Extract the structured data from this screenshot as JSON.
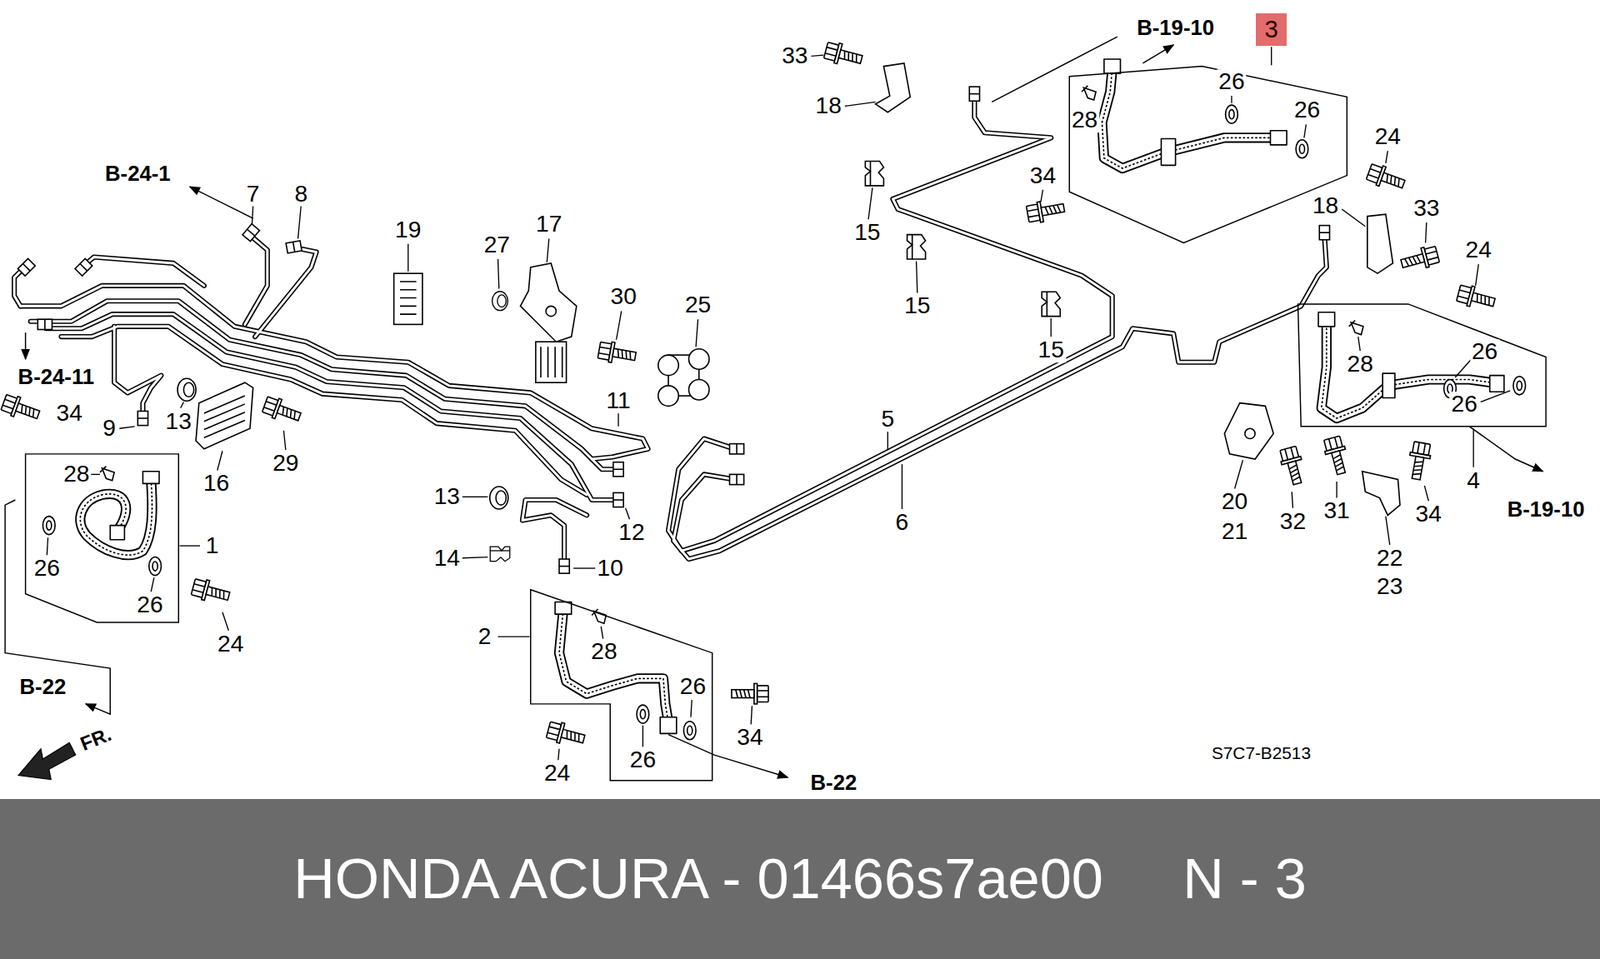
{
  "diagram": {
    "nodes": [
      {
        "text": [
          "3"
        ]
      },
      {
        "text": [
          "HONDA ACURA - 01466s7ae00     N - 3"
        ]
      }
    ],
    "labels": [
      "B-19-10",
      "33",
      "26",
      "26",
      "18",
      "28",
      "24",
      "B-24-1",
      "7",
      "8",
      "34",
      "15",
      "19",
      "27",
      "17",
      "18",
      "33",
      "24",
      "30",
      "25",
      "15",
      "15",
      "28",
      "26",
      "B-24-11",
      "34",
      "9",
      "13",
      "11",
      "5",
      "26",
      "28",
      "29",
      "16",
      "4",
      "B-19-10",
      "13",
      "20",
      "21",
      "32",
      "31",
      "34",
      "6",
      "12",
      "1",
      "22",
      "23",
      "14",
      "10",
      "26",
      "26",
      "2",
      "24",
      "28",
      "26",
      "B-22",
      "34",
      "FR.",
      "S7C7-B2513",
      "26",
      "24",
      "B-22"
    ]
  }
}
